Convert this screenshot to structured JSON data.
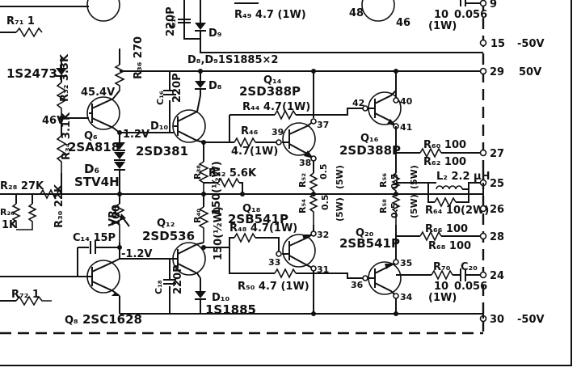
{
  "labels": {
    "r71": "R₇₁ 1",
    "c17": "C₁₇",
    "c17v": "220P",
    "d9": "D₉",
    "r49": "R₄₉ 4.7 (1W)",
    "q_top": "48",
    "q_top2": "46",
    "r_top": "10",
    "r_top_w": "(1W)",
    "c_top": "0.056",
    "t9": "9",
    "t15": "15",
    "v15": "-50V",
    "d8d9": "D₈,D₉1S1885×2",
    "d1": "1S2473",
    "r36": "R₃₆ 270",
    "r32": "R₃₂ 3.3K",
    "v454": "45.4V",
    "v46": "46V",
    "q6": "Q₆",
    "q6t": "2SA818",
    "r34": "R₃₄ 3.1K",
    "d6": "D₆",
    "d6t": "STV4H",
    "v12": "1.2V",
    "c16": "C₁₆",
    "c16v": "220P",
    "d8": "D₈",
    "d10a": "D₁₀",
    "q10t": "2SD381",
    "q14": "Q₁₄",
    "q14t": "2SD388P",
    "r44": "R₄₄ 4.7(1W)",
    "r46": "R₄₆",
    "r46v": "4.7(1W)",
    "n39": "39",
    "n37": "37",
    "n38": "38",
    "n42": "42",
    "n40": "40",
    "n41": "41",
    "q16": "Q₁₆",
    "q16t": "2SD388P",
    "t29": "29",
    "v29": "50V",
    "r60": "R₆₀ 100",
    "r62": "R₆₂ 100",
    "t27": "27",
    "t25": "25",
    "t26": "26",
    "l2": "L₂ 2.2 µH",
    "r64": "R₆₄ 10(2W)",
    "r66": "R₆₆ 100",
    "r68": "R₆₈ 100",
    "t28": "28",
    "r38": "R₃₈",
    "r38v": "150(½W)",
    "r42": "R₄₂ 5.6K",
    "r52": "R₅₂",
    "r52v": "0.5",
    "r52w": "(5W)",
    "r56": "R₅₆",
    "r56v": "0.5",
    "r56w": "(5W)",
    "r28": "R₂₈ 27K",
    "r26": "R₂₆",
    "r26v": "1K",
    "r30": "R₃₀ 22K",
    "q18": "Q₁₈",
    "q18t": "2SB541P",
    "r54": "R₅₄",
    "r54v": "0.5",
    "r54w": "(5W)",
    "r58": "R₅₈",
    "r58v": "0.5",
    "r58w": "(5W)",
    "vr4": "VR₄",
    "vr4v": "100",
    "q12": "Q₁₂",
    "q12t": "2SD536",
    "r40": "R₄₀",
    "r40v": "150(½W)",
    "r48": "R₄₈ 4.7(1W)",
    "n32": "32",
    "n33": "33",
    "n31": "31",
    "q20": "Q₂₀",
    "q20t": "2SB541P",
    "c14": "C₁₄ 15P",
    "vm12": "-1.2V",
    "c18": "C₁₈",
    "c18v": "220P",
    "d10b": "D₁₀",
    "d10t": "1S1885",
    "r50": "R₅₀ 4.7 (1W)",
    "n35": "35",
    "n36": "36",
    "n34": "34",
    "r70": "R₇₀",
    "r70v": "10",
    "r70w": "(1W)",
    "c20": "C₂₀",
    "c20v": "0.056",
    "t24": "24",
    "r72": "R₇₂ 1",
    "q8": "Q₈",
    "q8t": "2SC1628",
    "t30": "30",
    "v30": "-50V"
  }
}
